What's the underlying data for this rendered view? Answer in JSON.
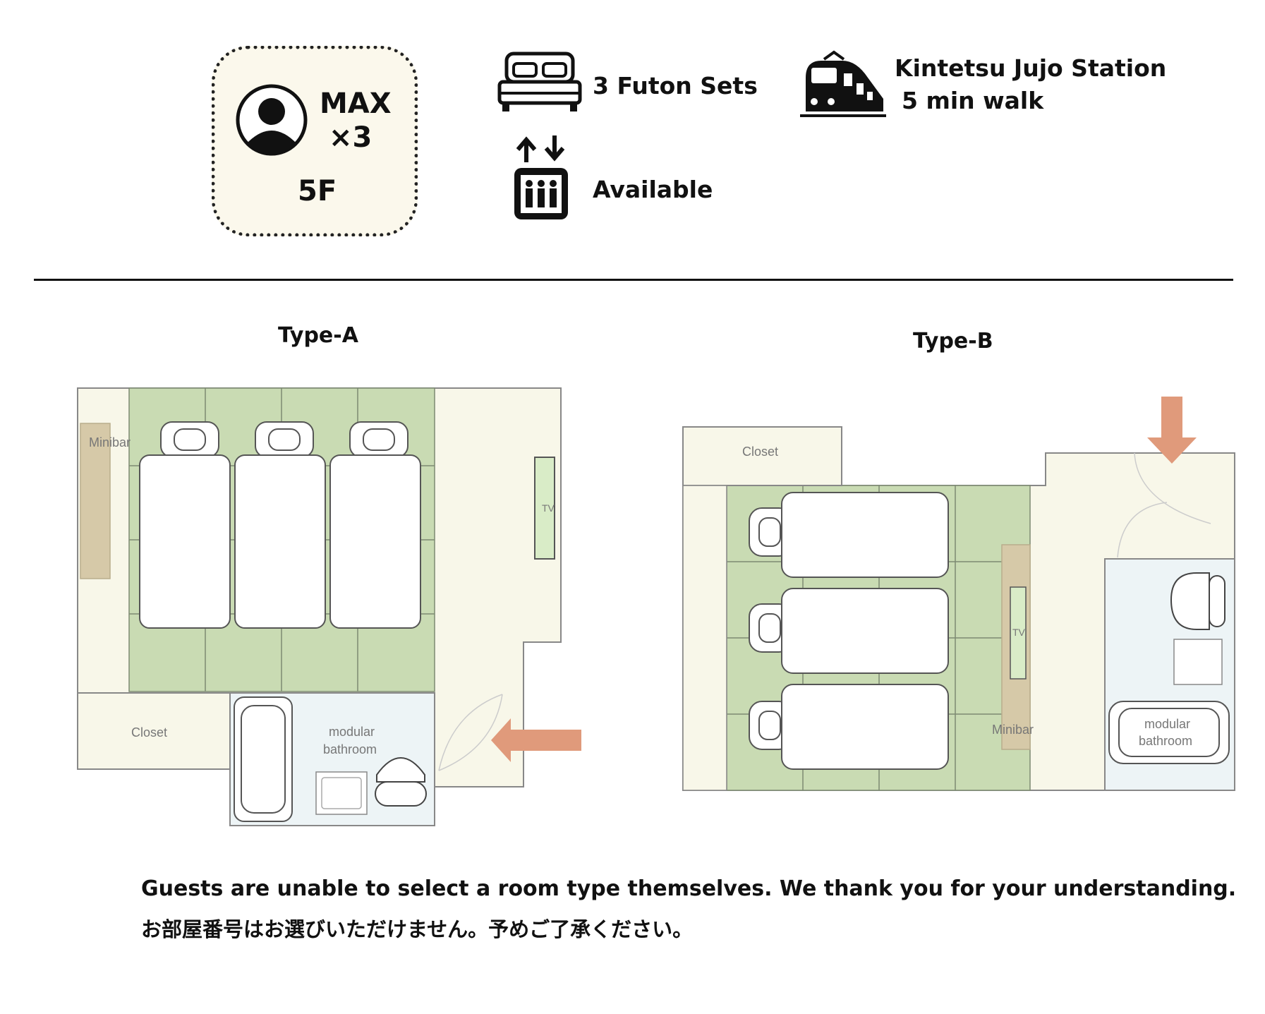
{
  "header": {
    "capacity_max": "MAX",
    "capacity_count": "×3",
    "floor": "5F",
    "futon_label": "3 Futon Sets",
    "elevator_label": "Available",
    "station_name": "Kintetsu Jujo Station",
    "station_walk": "5 min walk"
  },
  "plans": {
    "type_a": {
      "title": "Type-A",
      "minibar": "Minibar",
      "tv": "TV",
      "closet": "Closet",
      "bathroom_line1": "modular",
      "bathroom_line2": "bathroom"
    },
    "type_b": {
      "title": "Type-B",
      "closet": "Closet",
      "tv": "TV",
      "minibar": "Minibar",
      "bathroom_line1": "modular",
      "bathroom_line2": "bathroom"
    }
  },
  "notes": {
    "english": "Guests are unable to select a room type themselves. We thank you for your understanding.",
    "japanese": "お部屋番号はお選びいただけません。予めご了承ください。"
  },
  "colors": {
    "tatami": "#c9dbb3",
    "floor": "#f8f7e9",
    "bathroom": "#edf4f6",
    "minibar": "#d6c9a8",
    "entrance_arrow": "#e09a7b",
    "card_bg": "#fbf8ec"
  }
}
